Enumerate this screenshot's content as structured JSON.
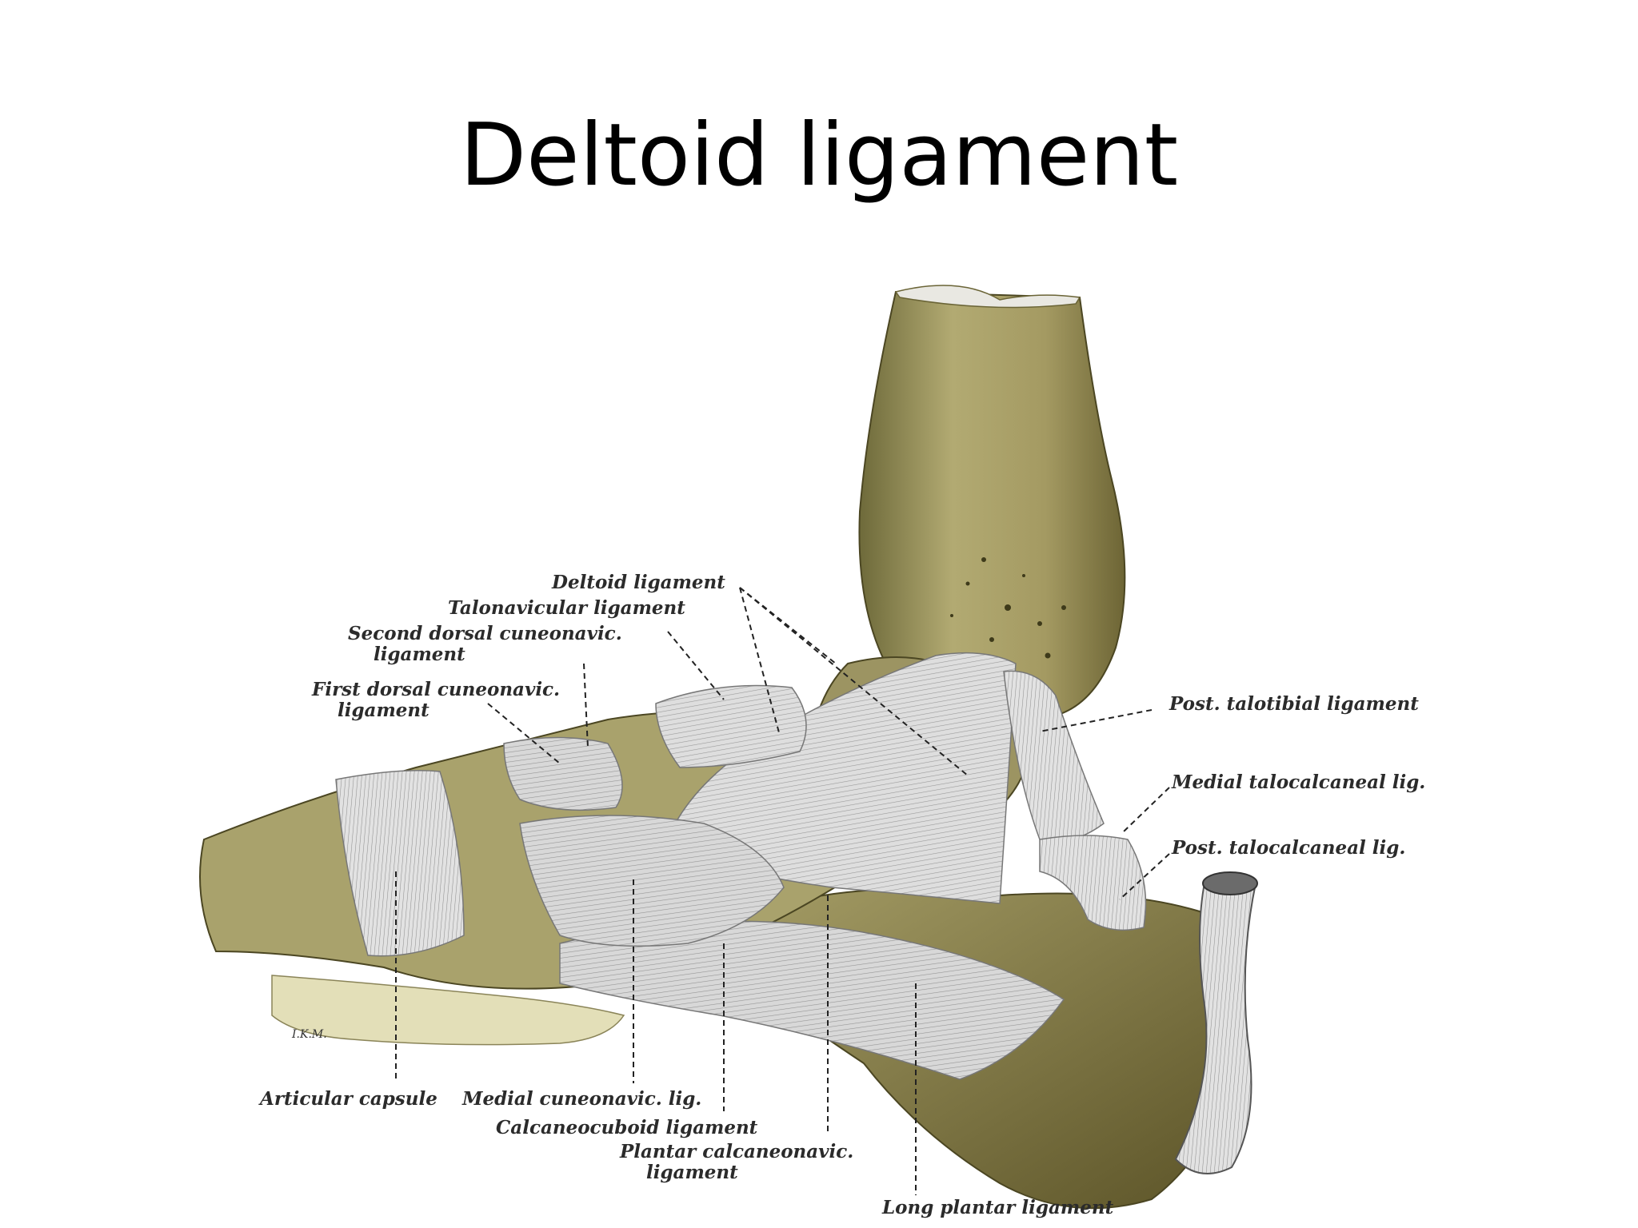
{
  "slide": {
    "title": "Deltoid ligament"
  },
  "figure": {
    "labels": {
      "deltoid": "Deltoid ligament",
      "talonavicular": "Talonavicular ligament",
      "second_dorsal_1": "Second dorsal cuneonavic.",
      "second_dorsal_2": "ligament",
      "first_dorsal_1": "First dorsal cuneonavic.",
      "first_dorsal_2": "ligament",
      "post_talotibial": "Post. talotibial ligament",
      "medial_talocalcaneal": "Medial talocalcaneal lig.",
      "post_talocalcaneal": "Post. talocalcaneal lig.",
      "articular_capsule": "Articular capsule",
      "medial_cuneonavic": "Medial cuneonavic. lig.",
      "calcaneocuboid": "Calcaneocuboid ligament",
      "plantar_calcaneonavic_1": "Plantar calcaneonavic.",
      "plantar_calcaneonavic_2": "ligament",
      "long_plantar": "Long plantar ligament"
    },
    "colors": {
      "bone": "#a7a06a",
      "bone_dark": "#7d7544",
      "ligament": "#dcdcdc",
      "ligament_line": "#8e8e8e"
    }
  }
}
